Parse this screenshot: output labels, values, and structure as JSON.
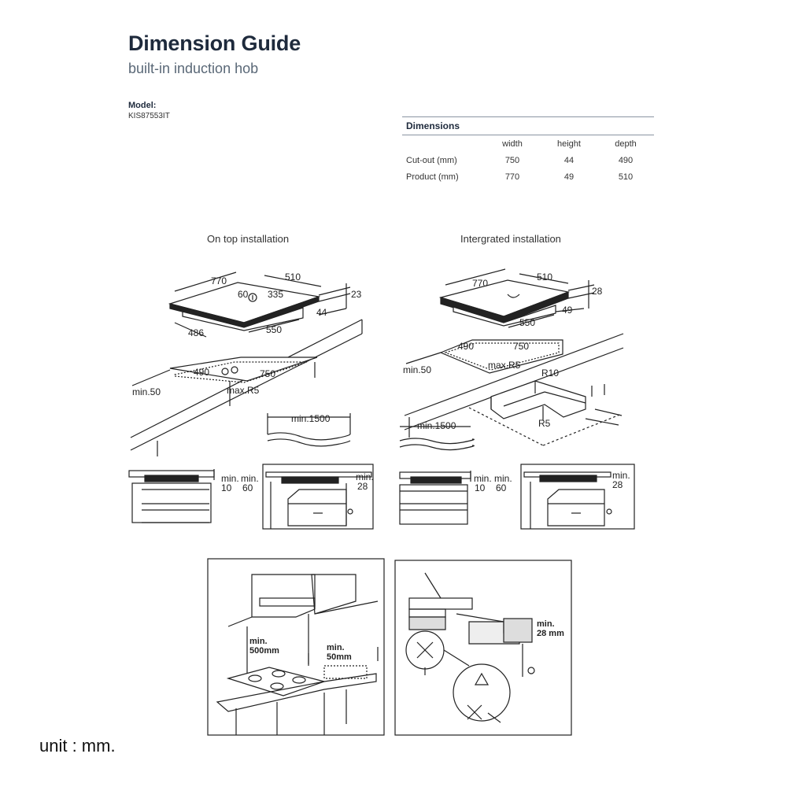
{
  "header": {
    "title": "Dimension Guide",
    "subtitle": "built-in induction hob"
  },
  "model": {
    "label": "Model:",
    "value": "KIS87553IT"
  },
  "dimensions_table": {
    "title": "Dimensions",
    "columns": [
      "width",
      "height",
      "depth"
    ],
    "rows": [
      {
        "label": "Cut-out (mm)",
        "values": [
          "750",
          "44",
          "490"
        ]
      },
      {
        "label": "Product (mm)",
        "values": [
          "770",
          "49",
          "510"
        ]
      }
    ]
  },
  "ontop": {
    "title": "On top installation",
    "labels": {
      "w770": "770",
      "d510": "510",
      "v60": "60",
      "v335": "335",
      "v23": "23",
      "v44": "44",
      "v486": "486",
      "v550": "550",
      "c490": "490",
      "c750": "750",
      "minr": "max.R5",
      "min50": "min.50",
      "min1500": "min.1500",
      "min_a": "min.",
      "min_b": "min.",
      "v10": "10",
      "v60b": "60",
      "min_c": "min.",
      "v28": "28"
    }
  },
  "integrated": {
    "title": "Intergrated installation",
    "labels": {
      "w770": "770",
      "d510": "510",
      "v28": "28",
      "v49": "49",
      "v550": "550",
      "c490": "490",
      "c750": "750",
      "maxr": "max.R5",
      "min50": "min.50",
      "r10": "R10",
      "r5": "R5",
      "min1500": "min.1500",
      "min_a": "min.",
      "min_b": "min.",
      "v10": "10",
      "v60": "60",
      "min_c": "min.",
      "v28b": "28"
    }
  },
  "kitchen": {
    "min500_a": "min.",
    "min500_b": "500mm",
    "min50_a": "min.",
    "min50_b": "50mm"
  },
  "detail": {
    "min28_a": "min.",
    "min28_b": "28 mm"
  },
  "footer": {
    "unit": "unit : mm."
  }
}
